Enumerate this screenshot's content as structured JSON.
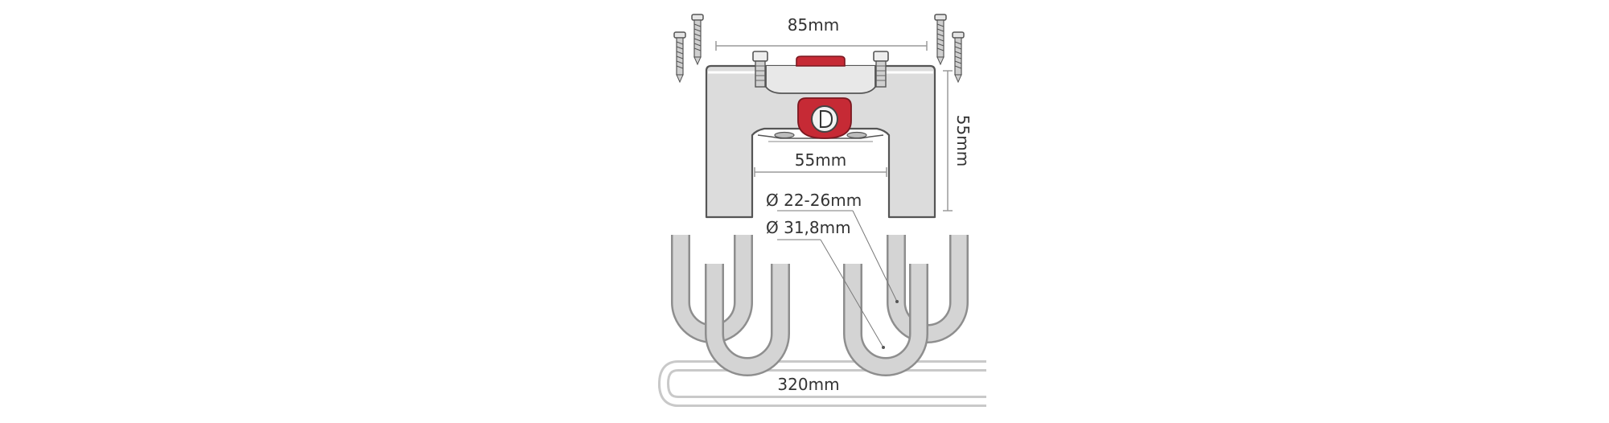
{
  "dimensions": {
    "top_width": "85mm",
    "height": "55mm",
    "inner_width": "55mm",
    "clamp_small": "Ø 22-26mm",
    "clamp_large": "Ø 31,8mm",
    "cable_length": "320mm"
  },
  "colors": {
    "housing": "#dcdcdc",
    "housing_stroke": "#555555",
    "accent": "#c62a35",
    "clamp_fill": "#d4d4d4",
    "dimension_line": "#9a9a9a"
  }
}
